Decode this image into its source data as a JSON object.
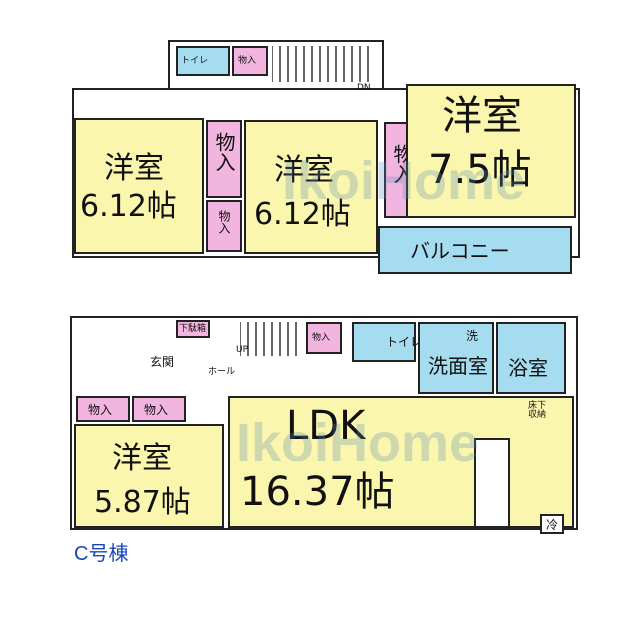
{
  "upper_floor": {
    "toilet": "トイレ",
    "storage_top": "物入",
    "stairs_mark": "DN",
    "west_room": {
      "name": "洋室",
      "size": "6.12帖"
    },
    "center_storage_1": "物入",
    "center_storage_2": "物入",
    "center_room": {
      "name": "洋室",
      "size": "6.12帖"
    },
    "east_storage": "物入",
    "east_room": {
      "name": "洋室",
      "size": "7.5帖"
    },
    "balcony": "バルコニー"
  },
  "lower_floor": {
    "shoe_cabinet": "下駄箱",
    "stairs_mark": "UP",
    "storage_stairs": "物入",
    "toilet": "トイレ",
    "sink_mark": "洗",
    "washroom": "洗面室",
    "bath": "浴室",
    "entrance": "玄関",
    "hall": "ホール",
    "storage_1": "物入",
    "storage_2": "物入",
    "west_room": {
      "name": "洋室",
      "size": "5.87帖"
    },
    "ldk": {
      "name": "LDK",
      "size": "16.37帖"
    },
    "underfloor": "床下収納",
    "fridge": "冷"
  },
  "building_label": "C号棟",
  "watermark": "IkoiHome"
}
